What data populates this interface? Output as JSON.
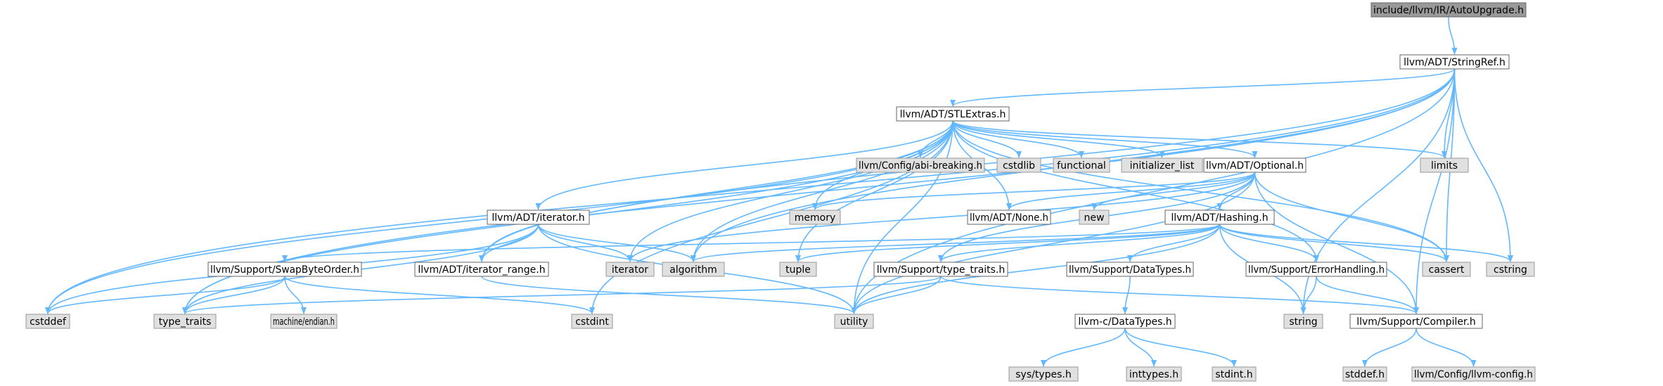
{
  "graph": {
    "root_id": "autoupgrade",
    "colors": {
      "root_fill": "#999999",
      "root_stroke": "#666666",
      "doc_fill": "#ffffff",
      "doc_stroke": "#666666",
      "sys_fill": "#e0e0e0",
      "sys_stroke": "#999999",
      "edge": "#63b8ff"
    },
    "nodes": [
      {
        "id": "autoupgrade",
        "label": "include/llvm/IR/AutoUpgrade.h",
        "kind": "root"
      },
      {
        "id": "stringref",
        "label": "llvm/ADT/StringRef.h",
        "kind": "doc"
      },
      {
        "id": "stlextras",
        "label": "llvm/ADT/STLExtras.h",
        "kind": "doc"
      },
      {
        "id": "abibreak",
        "label": "llvm/Config/abi-breaking.h",
        "kind": "sys"
      },
      {
        "id": "cstdlib",
        "label": "cstdlib",
        "kind": "sys"
      },
      {
        "id": "functional",
        "label": "functional",
        "kind": "sys"
      },
      {
        "id": "initlist",
        "label": "initializer_list",
        "kind": "sys"
      },
      {
        "id": "limits",
        "label": "limits",
        "kind": "sys"
      },
      {
        "id": "optional",
        "label": "llvm/ADT/Optional.h",
        "kind": "doc"
      },
      {
        "id": "memory",
        "label": "memory",
        "kind": "sys"
      },
      {
        "id": "noneh",
        "label": "llvm/ADT/None.h",
        "kind": "doc"
      },
      {
        "id": "new",
        "label": "new",
        "kind": "sys"
      },
      {
        "id": "iteratorh",
        "label": "llvm/ADT/iterator.h",
        "kind": "doc"
      },
      {
        "id": "hashing",
        "label": "llvm/ADT/Hashing.h",
        "kind": "doc"
      },
      {
        "id": "swapbyte",
        "label": "llvm/Support/SwapByteOrder.h",
        "kind": "doc"
      },
      {
        "id": "iterrange",
        "label": "llvm/ADT/iterator_range.h",
        "kind": "doc"
      },
      {
        "id": "iterator",
        "label": "iterator",
        "kind": "sys"
      },
      {
        "id": "algorithm",
        "label": "algorithm",
        "kind": "sys"
      },
      {
        "id": "tuple",
        "label": "tuple",
        "kind": "sys"
      },
      {
        "id": "typetraitsh",
        "label": "llvm/Support/type_traits.h",
        "kind": "doc"
      },
      {
        "id": "datatypes",
        "label": "llvm/Support/DataTypes.h",
        "kind": "doc"
      },
      {
        "id": "errorhandling",
        "label": "llvm/Support/ErrorHandling.h",
        "kind": "doc"
      },
      {
        "id": "cassert",
        "label": "cassert",
        "kind": "sys"
      },
      {
        "id": "cstring",
        "label": "cstring",
        "kind": "sys"
      },
      {
        "id": "cstddef",
        "label": "cstddef",
        "kind": "sys"
      },
      {
        "id": "type_traits",
        "label": "type_traits",
        "kind": "sys"
      },
      {
        "id": "endian",
        "label": "machine/endian.h",
        "kind": "sys"
      },
      {
        "id": "cstdint",
        "label": "cstdint",
        "kind": "sys"
      },
      {
        "id": "utility",
        "label": "utility",
        "kind": "sys"
      },
      {
        "id": "cdatatypes",
        "label": "llvm-c/DataTypes.h",
        "kind": "doc"
      },
      {
        "id": "string",
        "label": "string",
        "kind": "sys"
      },
      {
        "id": "compiler",
        "label": "llvm/Support/Compiler.h",
        "kind": "doc"
      },
      {
        "id": "systypes",
        "label": "sys/types.h",
        "kind": "sys"
      },
      {
        "id": "inttypes",
        "label": "inttypes.h",
        "kind": "sys"
      },
      {
        "id": "stdint",
        "label": "stdint.h",
        "kind": "sys"
      },
      {
        "id": "stddef",
        "label": "stddef.h",
        "kind": "sys"
      },
      {
        "id": "llvmconfig",
        "label": "llvm/Config/llvm-config.h",
        "kind": "sys"
      }
    ],
    "edges": [
      [
        "autoupgrade",
        "stringref"
      ],
      [
        "stringref",
        "stlextras"
      ],
      [
        "stringref",
        "cstddef"
      ],
      [
        "stringref",
        "type_traits"
      ],
      [
        "stringref",
        "iterrange"
      ],
      [
        "stringref",
        "algorithm"
      ],
      [
        "stringref",
        "limits"
      ],
      [
        "stringref",
        "cassert"
      ],
      [
        "stringref",
        "cstring"
      ],
      [
        "stringref",
        "utility"
      ],
      [
        "stringref",
        "string"
      ],
      [
        "stringref",
        "compiler"
      ],
      [
        "stlextras",
        "abibreak"
      ],
      [
        "stlextras",
        "cstdlib"
      ],
      [
        "stlextras",
        "functional"
      ],
      [
        "stlextras",
        "initlist"
      ],
      [
        "stlextras",
        "limits"
      ],
      [
        "stlextras",
        "optional"
      ],
      [
        "stlextras",
        "memory"
      ],
      [
        "stlextras",
        "noneh"
      ],
      [
        "stlextras",
        "iteratorh"
      ],
      [
        "stlextras",
        "iterrange"
      ],
      [
        "stlextras",
        "algorithm"
      ],
      [
        "stlextras",
        "tuple"
      ],
      [
        "stlextras",
        "cassert"
      ],
      [
        "stlextras",
        "cstddef"
      ],
      [
        "stlextras",
        "type_traits"
      ],
      [
        "stlextras",
        "utility"
      ],
      [
        "stlextras",
        "cstdint"
      ],
      [
        "stlextras",
        "errorhandling"
      ],
      [
        "stlextras",
        "iterator"
      ],
      [
        "optional",
        "noneh"
      ],
      [
        "optional",
        "new"
      ],
      [
        "optional",
        "memory"
      ],
      [
        "optional",
        "hashing"
      ],
      [
        "optional",
        "typetraitsh"
      ],
      [
        "optional",
        "utility"
      ],
      [
        "optional",
        "cassert"
      ],
      [
        "optional",
        "compiler"
      ],
      [
        "optional",
        "iterator"
      ],
      [
        "iteratorh",
        "iterrange"
      ],
      [
        "iteratorh",
        "iterator"
      ],
      [
        "iteratorh",
        "algorithm"
      ],
      [
        "iteratorh",
        "cstddef"
      ],
      [
        "iteratorh",
        "type_traits"
      ],
      [
        "iteratorh",
        "utility"
      ],
      [
        "hashing",
        "swapbyte"
      ],
      [
        "hashing",
        "algorithm"
      ],
      [
        "hashing",
        "tuple"
      ],
      [
        "hashing",
        "typetraitsh"
      ],
      [
        "hashing",
        "datatypes"
      ],
      [
        "hashing",
        "errorhandling"
      ],
      [
        "hashing",
        "cassert"
      ],
      [
        "hashing",
        "cstring"
      ],
      [
        "hashing",
        "string"
      ],
      [
        "hashing",
        "utility"
      ],
      [
        "swapbyte",
        "cstddef"
      ],
      [
        "swapbyte",
        "type_traits"
      ],
      [
        "swapbyte",
        "endian"
      ],
      [
        "swapbyte",
        "cstdint"
      ],
      [
        "iterrange",
        "utility"
      ],
      [
        "typetraitsh",
        "type_traits"
      ],
      [
        "typetraitsh",
        "utility"
      ],
      [
        "typetraitsh",
        "compiler"
      ],
      [
        "datatypes",
        "cdatatypes"
      ],
      [
        "errorhandling",
        "string"
      ],
      [
        "errorhandling",
        "compiler"
      ],
      [
        "cdatatypes",
        "systypes"
      ],
      [
        "cdatatypes",
        "inttypes"
      ],
      [
        "cdatatypes",
        "stdint"
      ],
      [
        "compiler",
        "stddef"
      ],
      [
        "compiler",
        "llvmconfig"
      ]
    ]
  }
}
